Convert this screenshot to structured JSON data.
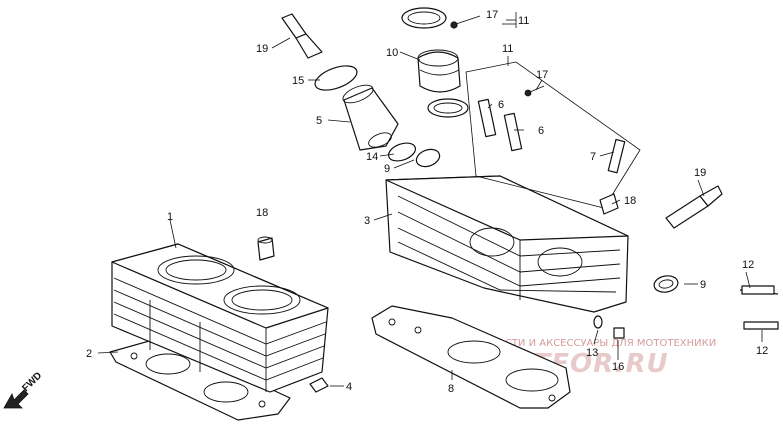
{
  "labels": {
    "p1": "1",
    "p2": "2",
    "p3": "3",
    "p4": "4",
    "p5": "5",
    "p6a": "6",
    "p6b": "6",
    "p7": "7",
    "p8": "8",
    "p9a": "9",
    "p9b": "9",
    "p10": "10",
    "p11a": "11",
    "p11b": "11",
    "p12a": "12",
    "p12b": "12",
    "p13": "13",
    "p14": "14",
    "p15": "15",
    "p16": "16",
    "p17a": "17",
    "p17b": "17",
    "p18a": "18",
    "p18b": "18",
    "p19a": "19",
    "p19b": "19"
  },
  "direction": {
    "text": "FWD"
  },
  "watermark": {
    "tagline": "АСТИ И АКСЕССУАРЫ ДЛЯ МОТОТЕХНИКИ",
    "site": "RENTFOR.RU"
  },
  "colors": {
    "ink": "#111111",
    "watermark": "#c77a7a"
  }
}
